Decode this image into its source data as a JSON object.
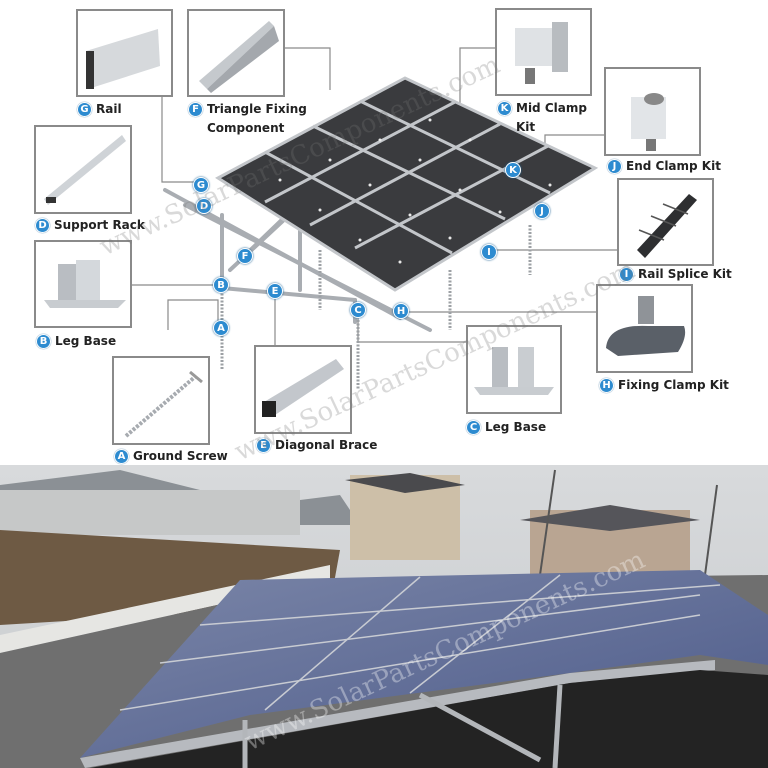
{
  "watermark": "www.SolarPartsComponents.com",
  "components": [
    {
      "key": "G",
      "name": "Rail"
    },
    {
      "key": "F",
      "name": "Triangle Fixing Component"
    },
    {
      "key": "K",
      "name": "Mid Clamp Kit"
    },
    {
      "key": "J",
      "name": "End Clamp Kit"
    },
    {
      "key": "D",
      "name": "Support Rack"
    },
    {
      "key": "I",
      "name": "Rail Splice Kit"
    },
    {
      "key": "B",
      "name": "Leg Base"
    },
    {
      "key": "H",
      "name": "Fixing Clamp Kit"
    },
    {
      "key": "A",
      "name": "Ground Screw"
    },
    {
      "key": "E",
      "name": "Diagonal Brace"
    },
    {
      "key": "C",
      "name": "Leg Base"
    }
  ],
  "labels": {
    "G": "Rail",
    "F1": "Triangle Fixing",
    "F2": "Component",
    "K1": "Mid Clamp",
    "K2": "Kit",
    "J": "End Clamp Kit",
    "D": "Support Rack",
    "I": "Rail Splice Kit",
    "B": "Leg Base",
    "H": "Fixing Clamp Kit",
    "A": "Ground Screw",
    "E": "Diagonal Brace",
    "C": "Leg Base"
  },
  "badge_color": "#2d8bd0",
  "photo": {
    "description": "Installed ground-mounted solar panel array with aluminum racking, houses and hills in background"
  }
}
